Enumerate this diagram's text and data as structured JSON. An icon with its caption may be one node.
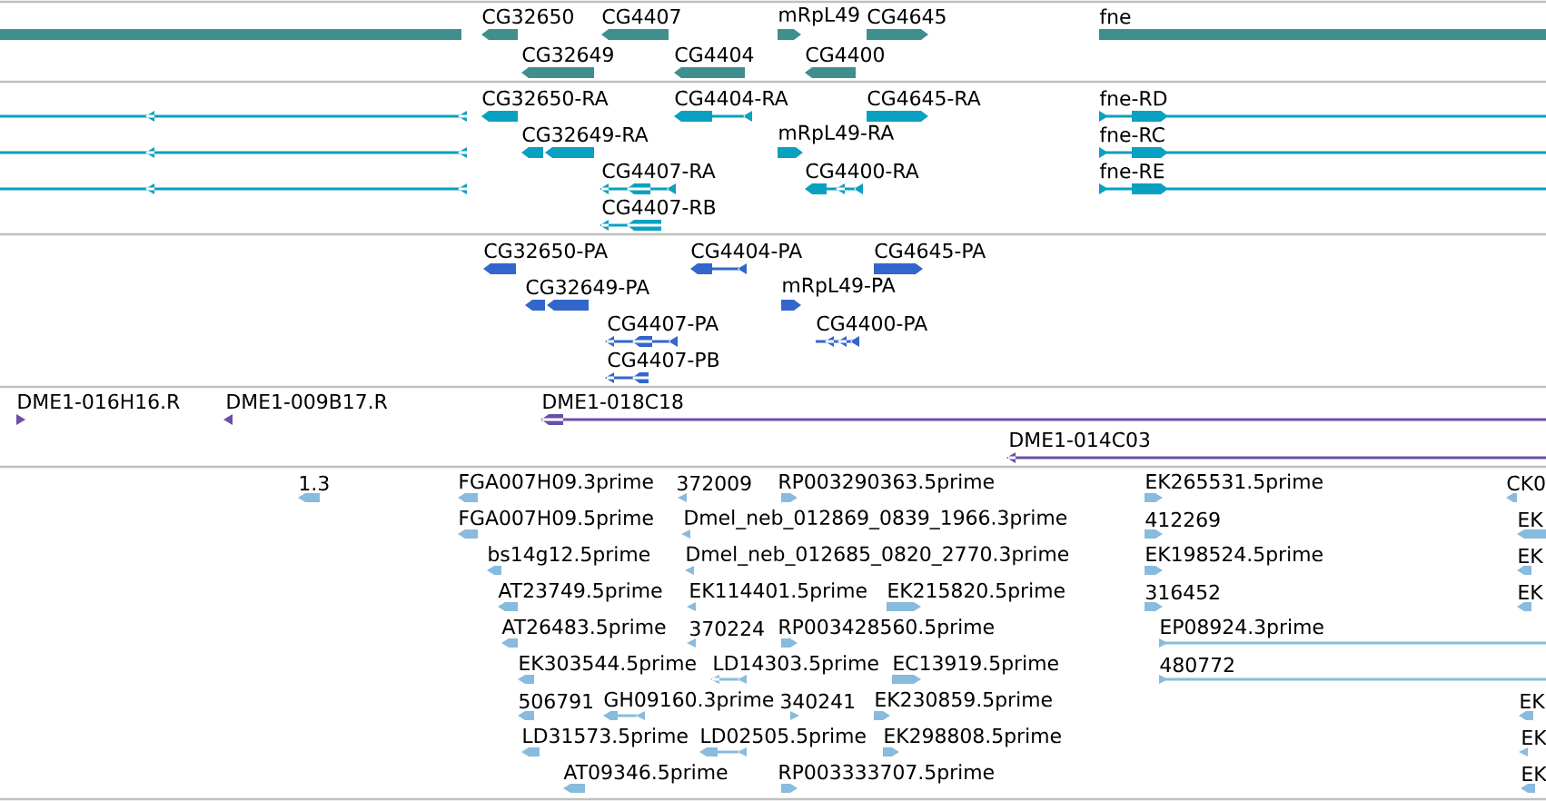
{
  "diagram": {
    "labels": [
      "CG32650",
      "CG4407",
      "mRpL49",
      "CG4645",
      "fne",
      "CG32649",
      "CG4404",
      "CG4400",
      "CG32650-RA",
      "CG4404-RA",
      "CG4645-RA",
      "fne-RD",
      "CG32649-RA",
      "mRpL49-RA",
      "fne-RC",
      "CG4407-RA",
      "CG4400-RA",
      "fne-RE",
      "CG4407-RB",
      "CG32650-PA",
      "CG4404-PA",
      "CG4645-PA",
      "CG32649-PA",
      "mRpL49-PA",
      "CG4407-PA",
      "CG4400-PA",
      "CG4407-PB",
      "DME1-016H16.R",
      "DME1-009B17.R",
      "DME1-018C18",
      "DME1-014C03",
      "1.3",
      "FGA007H09.3prime",
      "372009",
      "RP003290363.5prime",
      "EK265531.5prime",
      "CK0",
      "FGA007H09.5prime",
      "Dmel_neb_012869_0839_1966.3prime",
      "412269",
      "EK",
      "bs14g12.5prime",
      "Dmel_neb_012685_0820_2770.3prime",
      "EK198524.5prime",
      "EK",
      "AT23749.5prime",
      "EK114401.5prime",
      "EK215820.5prime",
      "316452",
      "EK",
      "AT26483.5prime",
      "370224",
      "RP003428560.5prime",
      "EP08924.3prime",
      "EK303544.5prime",
      "LD14303.5prime",
      "EC13919.5prime",
      "480772",
      "506791",
      "GH09160.3prime",
      "340241",
      "EK230859.5prime",
      "EK",
      "LD31573.5prime",
      "LD02505.5prime",
      "EK298808.5prime",
      "EK",
      "AT09346.5prime",
      "RP003333707.5prime",
      "EK"
    ]
  }
}
